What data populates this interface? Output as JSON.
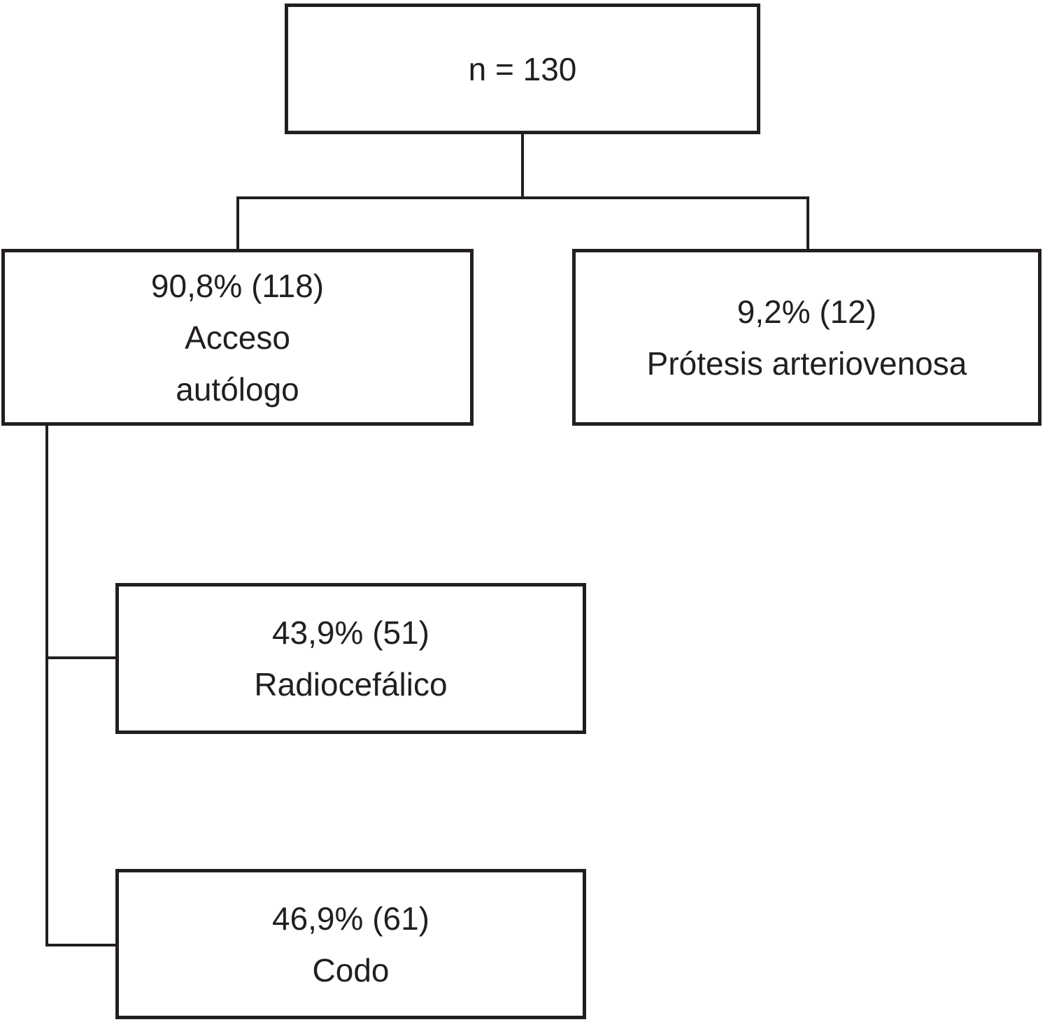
{
  "colors": {
    "ink": "#231f20",
    "background": "#ffffff"
  },
  "diagram": {
    "type": "flowchart",
    "language": "es",
    "nodes": {
      "total": {
        "lines": [
          "n = 130"
        ]
      },
      "autologous": {
        "lines": [
          "90,8% (118)",
          "Acceso",
          "autólogo"
        ]
      },
      "prosthesis": {
        "lines": [
          "9,2% (12)",
          "Prótesis arteriovenosa"
        ]
      },
      "radiocephalic": {
        "lines": [
          "43,9% (51)",
          "Radiocefálico"
        ]
      },
      "elbow": {
        "lines": [
          "46,9% (61)",
          "Codo"
        ]
      }
    },
    "edges": [
      {
        "from": "total",
        "to": "autologous"
      },
      {
        "from": "total",
        "to": "prosthesis"
      },
      {
        "from": "autologous",
        "to": "radiocephalic"
      },
      {
        "from": "autologous",
        "to": "elbow"
      }
    ]
  }
}
